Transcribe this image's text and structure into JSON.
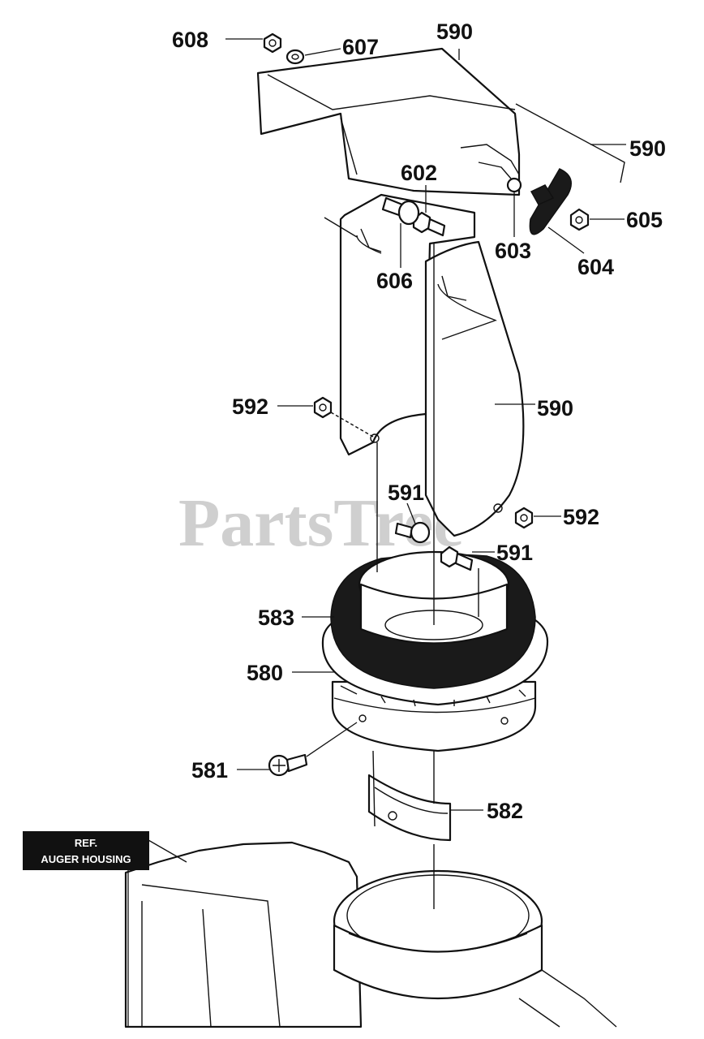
{
  "watermark": "PartsTree",
  "ref_box": {
    "line1": "REF.",
    "line2": "AUGER HOUSING"
  },
  "callouts": {
    "c608": "608",
    "c607": "607",
    "c590_top": "590",
    "c590_rod": "590",
    "c602": "602",
    "c605": "605",
    "c603": "603",
    "c604": "604",
    "c606": "606",
    "c592_left": "592",
    "c590_side": "590",
    "c591_upper": "591",
    "c592_right": "592",
    "c591_lower": "591",
    "c583": "583",
    "c580": "580",
    "c581": "581",
    "c582": "582"
  }
}
